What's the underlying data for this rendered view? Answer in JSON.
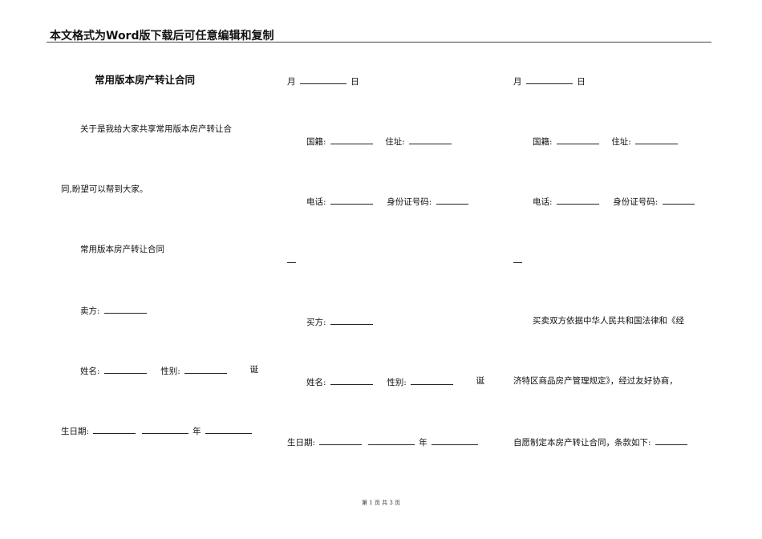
{
  "header": {
    "title": "本文格式为Word版下载后可任意编辑和复制"
  },
  "col1": {
    "doc_title": "常用版本房产转让合同",
    "intro_1": "关于是我给大家共享常用版本房产转让合",
    "intro_2": "同,盼望可以帮到大家。",
    "subtitle": "常用版本房产转让合同",
    "seller": "卖方:",
    "name": "姓名:",
    "gender": "性别:",
    "birth_start": "诞",
    "birth_label": "生日期:",
    "year": "年"
  },
  "col2": {
    "month": "月",
    "day": "日",
    "nationality": "国籍:",
    "address": "住址:",
    "phone": "电话:",
    "id_number": "身份证号码:",
    "buyer": "买方:",
    "name": "姓名:",
    "gender": "性别:",
    "birth_start": "诞",
    "birth_label": "生日期:",
    "year": "年"
  },
  "col3": {
    "month": "月",
    "day": "日",
    "nationality": "国籍:",
    "address": "住址:",
    "phone": "电话:",
    "id_number": "身份证号码:",
    "para_1": "买卖双方依据中华人民共和国法律和《经",
    "para_2": "济特区商品房产管理规定》，经过友好协商，",
    "para_3": "自愿制定本房产转让合同，条款如下:"
  },
  "footer": {
    "page_info": "第 1 页 共 3 页"
  }
}
